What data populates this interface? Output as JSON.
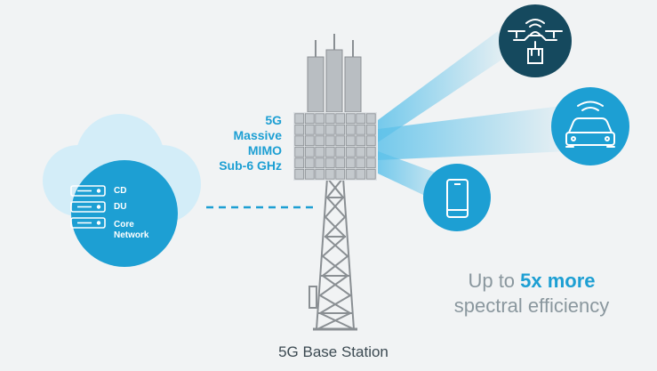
{
  "radio": {
    "lines": [
      "5G",
      "Massive",
      "MIMO",
      "Sub-6 GHz"
    ]
  },
  "cloud": {
    "items": [
      {
        "label": "CD"
      },
      {
        "label": "DU"
      },
      {
        "label": "Core\nNetwork"
      }
    ]
  },
  "station_label": "5G Base Station",
  "efficiency": {
    "prefix": "Up to ",
    "highlight": "5x more",
    "line2": "spectral efficiency"
  },
  "devices": {
    "drone": "drone-icon",
    "car": "car-icon",
    "phone": "phone-icon"
  },
  "colors": {
    "accent": "#1d9fd3",
    "dark_teal": "#15495e",
    "cloud": "#d3edf8",
    "tower": "#8a8f93",
    "text_gray": "#8a979e"
  }
}
